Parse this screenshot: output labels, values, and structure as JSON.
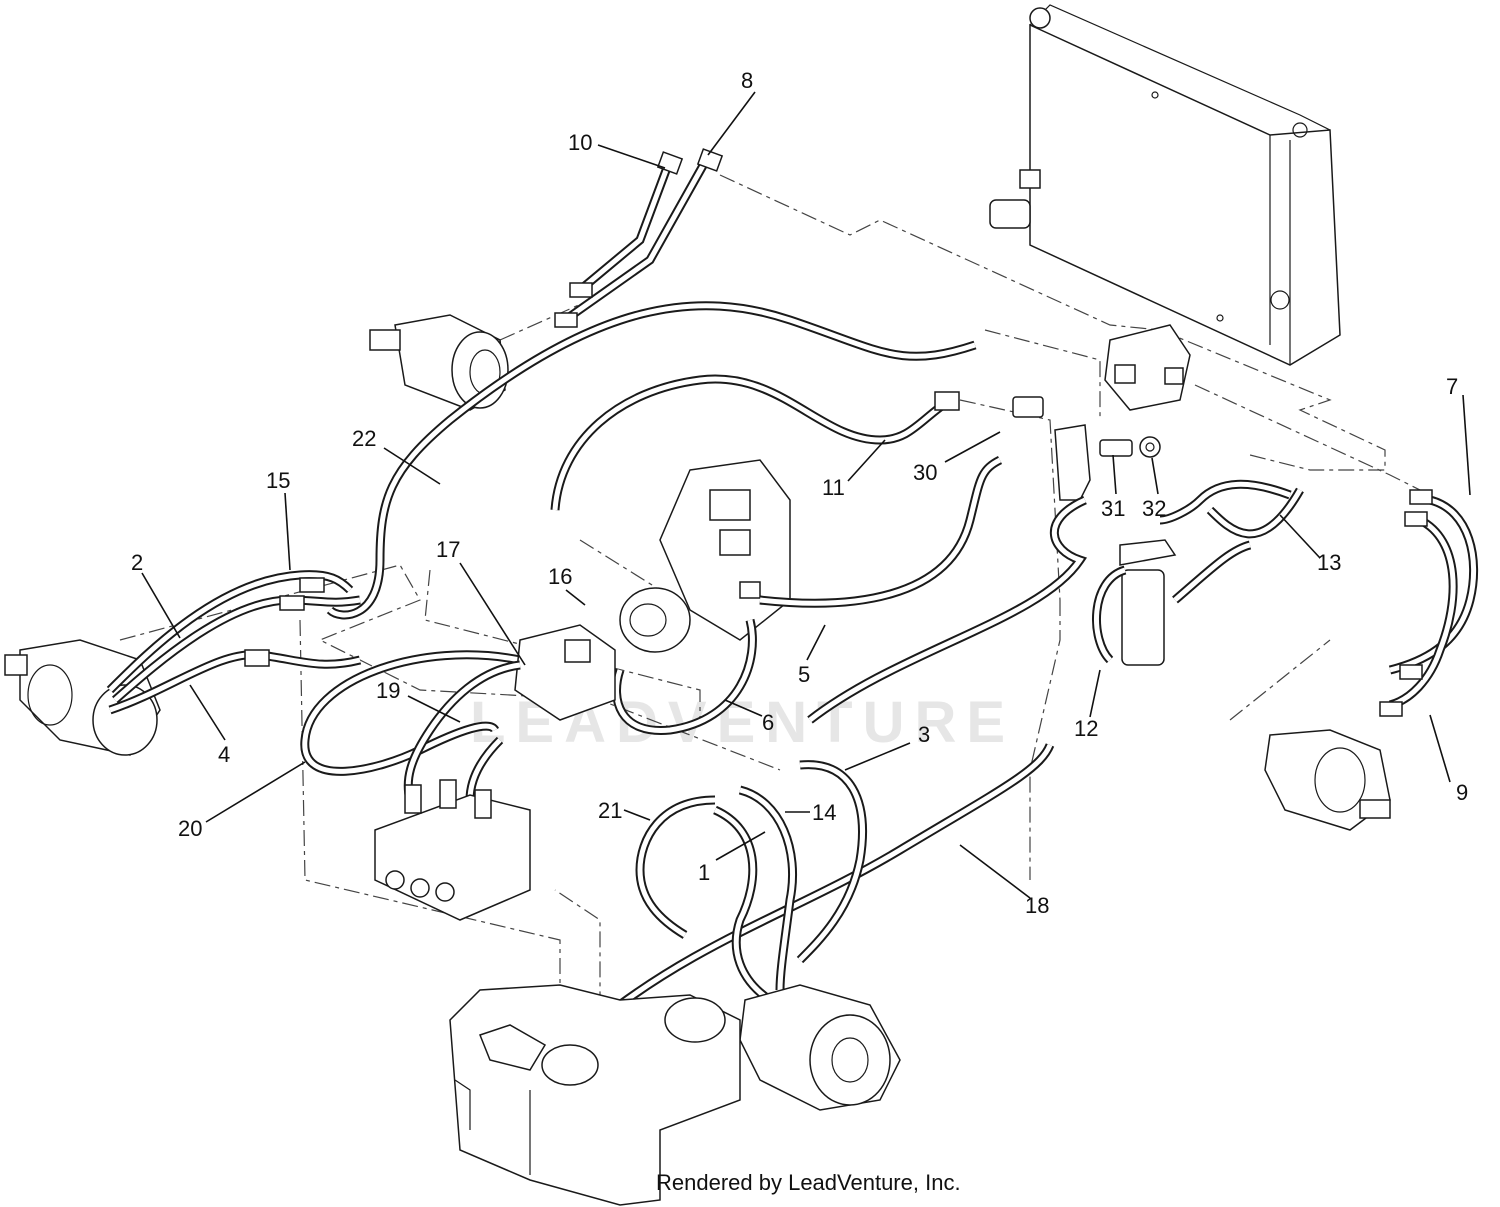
{
  "watermark": "LEADVENTURE",
  "footer": "Rendered by LeadVenture, Inc.",
  "callouts": {
    "c1": "1",
    "c2": "2",
    "c3": "3",
    "c4": "4",
    "c5": "5",
    "c6": "6",
    "c7": "7",
    "c8": "8",
    "c9": "9",
    "c10": "10",
    "c11": "11",
    "c12": "12",
    "c13": "13",
    "c14": "14",
    "c15": "15",
    "c16": "16",
    "c17": "17",
    "c18": "18",
    "c19": "19",
    "c20": "20",
    "c21": "21",
    "c22": "22",
    "c30": "30",
    "c31": "31",
    "c32": "32"
  },
  "colors": {
    "line": "#1a1a1a",
    "background": "#ffffff",
    "watermark": "#e6e6e6"
  }
}
